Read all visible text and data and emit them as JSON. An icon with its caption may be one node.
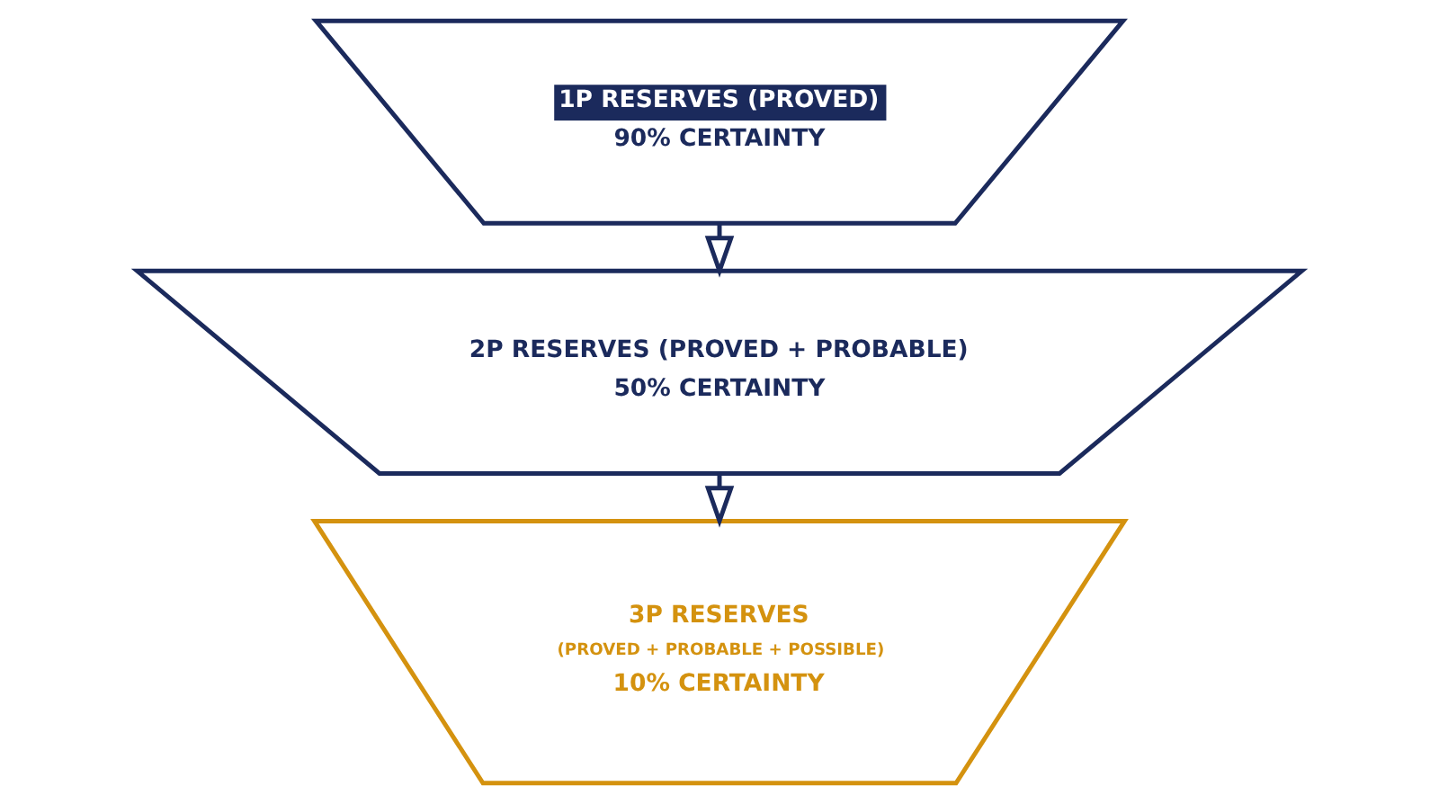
{
  "diagram": {
    "nodes": [
      {
        "text": [
          "1P RESERVES (PROVED)",
          "90% CERTAINTY"
        ]
      },
      {
        "text": [
          "2P RESERVES (PROVED + PROBABLE)",
          "50% CERTAINTY"
        ]
      },
      {
        "text": [
          "3P RESERVES",
          "(PROVED + PROBABLE + POSSIBLE)",
          "10% CERTAINTY"
        ]
      }
    ],
    "edges": [
      {
        "from": 0,
        "to": 1,
        "arrow": "to"
      },
      {
        "from": 1,
        "to": 2,
        "arrow": "to"
      }
    ]
  }
}
